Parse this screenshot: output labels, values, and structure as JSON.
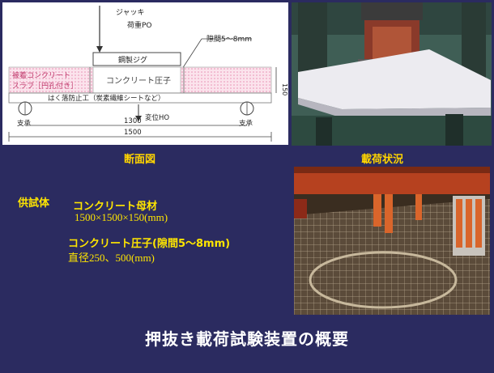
{
  "diagram": {
    "jack": "ジャッキ",
    "load": "荷重PO",
    "steel_jig": "鋼製ジグ",
    "gap": "隙間5～8mm",
    "slab": "被着コンクリート スラブ［円孔付き］",
    "slab_line1": "被着コンクリート",
    "slab_line2": "スラブ［円孔付き］",
    "indenter": "コンクリート圧子",
    "anti_peel": "はく落防止工（炭素繊維シートなど）",
    "support_left": "支承",
    "support_right": "支承",
    "displacement": "変位HO",
    "dim_thickness": "150",
    "dim_span": "1300",
    "dim_total": "1500"
  },
  "captions": {
    "section": "断面図",
    "loading": "載荷状況"
  },
  "specimen": {
    "label": "供試体",
    "base_title": "コンクリート母材",
    "base_size": "1500×1500×150(mm)",
    "indenter_title": "コンクリート圧子(隙間5～8mm)",
    "indenter_size": "直径250、500(mm)"
  },
  "title": "押抜き載荷試験装置の概要"
}
